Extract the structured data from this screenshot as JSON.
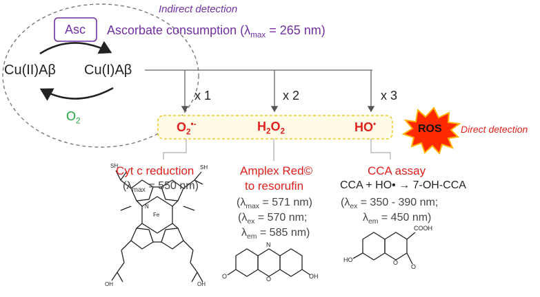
{
  "cycle": {
    "indirect_label": "Indirect detection",
    "asc_label": "Asc",
    "ascorbate_consumption_text": "Ascorbate consumption (λ",
    "ascorbate_consumption_sub": "max",
    "ascorbate_consumption_tail": " = 265 nm)",
    "cu2_label": "Cu(II)Aβ",
    "cu1_label": "Cu(I)Aβ",
    "o2_label": "O",
    "o2_sub": "2"
  },
  "multipliers": {
    "x1": "x 1",
    "x2": "x 2",
    "x3": "x 3"
  },
  "species": {
    "superoxide": "O",
    "superoxide_sub": "2",
    "superoxide_sup": "•-",
    "h2o2_a": "H",
    "h2o2_sub1": "2",
    "h2o2_b": "O",
    "h2o2_sub2": "2",
    "hydroxyl": "HO",
    "hydroxyl_sup": "•",
    "ros_label": "ROS",
    "direct_label": "Direct detection"
  },
  "assays": {
    "cytc": {
      "title": "Cyt c reduction",
      "lambda_prefix": "(λ",
      "lambda_sub": "max",
      "lambda_value": " = 550 nm)"
    },
    "amplex": {
      "title_line1": "Amplex Red©",
      "title_line2": "to resorufin",
      "lambda_max_prefix": "(λ",
      "lambda_max_sub": "max",
      "lambda_max_value": " = 571 nm)",
      "lambda_ex_prefix": "(λ",
      "lambda_ex_sub": "ex",
      "lambda_ex_value": " = 570 nm;",
      "lambda_em_prefix": "λ",
      "lambda_em_sub": "em",
      "lambda_em_value": " = 585 nm)"
    },
    "cca": {
      "title": "CCA assay",
      "reaction": "CCA + HO• → 7-OH-CCA",
      "lambda_ex_prefix": "(λ",
      "lambda_ex_sub": "ex",
      "lambda_ex_value": " = 350 - 390 nm;",
      "lambda_em_prefix": "λ",
      "lambda_em_sub": "em",
      "lambda_em_value": " = 450 nm)"
    }
  },
  "structures": {
    "heme": {
      "sh1": "SH",
      "sh2": "SH",
      "fe": "Fe",
      "n": "N",
      "oh1": "OH",
      "oh2": "OH"
    },
    "resorufin": {
      "n": "N",
      "o_ring": "O",
      "o_keto": "O",
      "oh": "OH"
    },
    "coumarin": {
      "ho": "HO",
      "cooh": "COOH",
      "o_ring": "O",
      "o_keto": "O"
    }
  }
}
